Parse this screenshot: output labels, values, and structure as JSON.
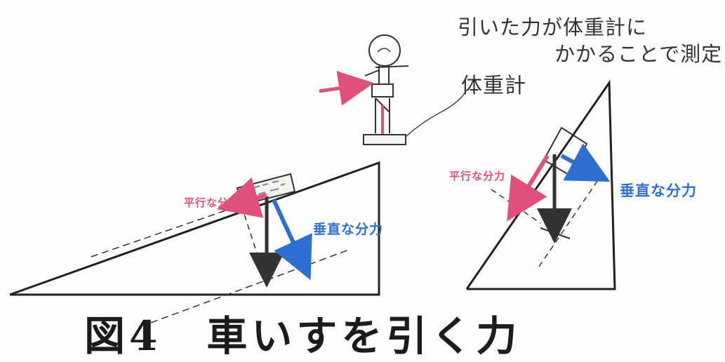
{
  "annotation": {
    "line1": "引いた力が体重計に",
    "line2": "かかることで測定"
  },
  "scale_label": "体重計",
  "left_slope": {
    "parallel_label": "平行な分力",
    "perpendicular_label": "垂直な分力"
  },
  "right_slope": {
    "parallel_label": "平行な分力",
    "perpendicular_label": "垂直な分力"
  },
  "caption": "図4　車いすを引く力",
  "colors": {
    "ink": "#222222",
    "pink": "#e0507a",
    "blue": "#2f6fd0",
    "dark_arrow": "#333333"
  }
}
